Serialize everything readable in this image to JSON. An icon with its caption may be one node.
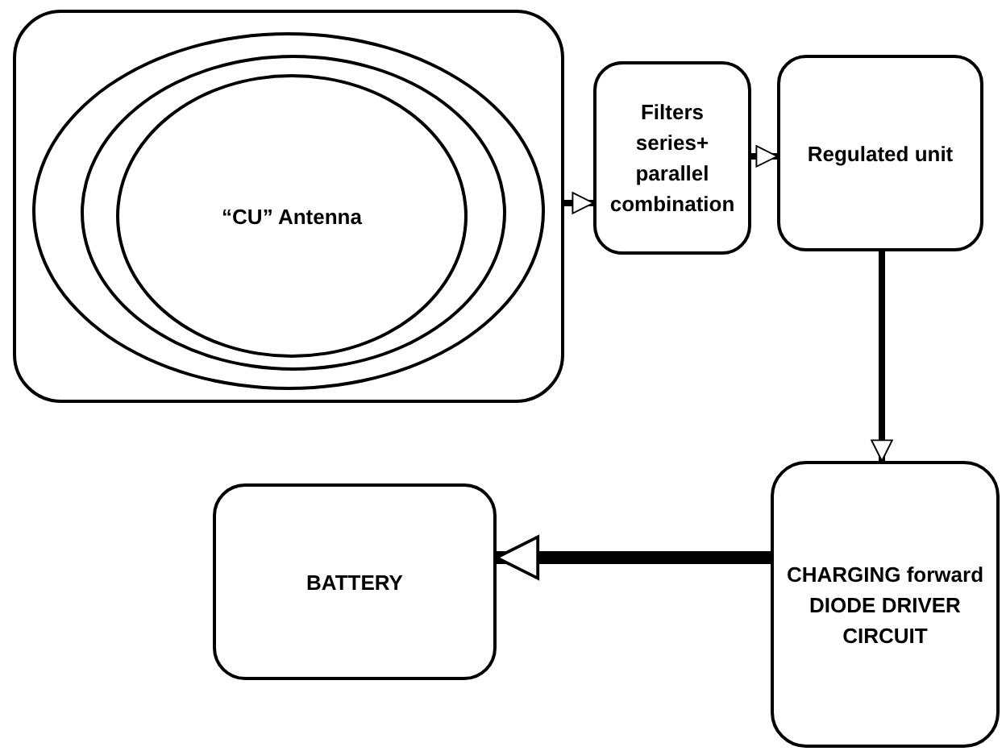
{
  "diagram": {
    "nodes": [
      {
        "text": [],
        "shape": "box"
      },
      {
        "text": [],
        "shape": "circle",
        "in": 0
      },
      {
        "text": [],
        "shape": "circle",
        "in": 1
      },
      {
        "text": [
          "“CU” Antenna"
        ],
        "in": 2
      },
      {
        "text": [
          "Filters series+ parallel combination"
        ]
      },
      {
        "text": [
          "Regulated unit"
        ]
      },
      {
        "text": [
          "CHARGING forward DIODE DRIVER CIRCUIT"
        ]
      },
      {
        "text": [
          "BATTERY"
        ]
      }
    ],
    "edges": [
      {
        "from": 0,
        "to": 4,
        "arrow": "to"
      },
      {
        "from": 4,
        "to": 5,
        "arrow": "to"
      },
      {
        "from": 5,
        "to": 6,
        "arrow": "to"
      },
      {
        "from": 6,
        "to": 7,
        "arrow": "to",
        "style": "thick"
      }
    ]
  }
}
